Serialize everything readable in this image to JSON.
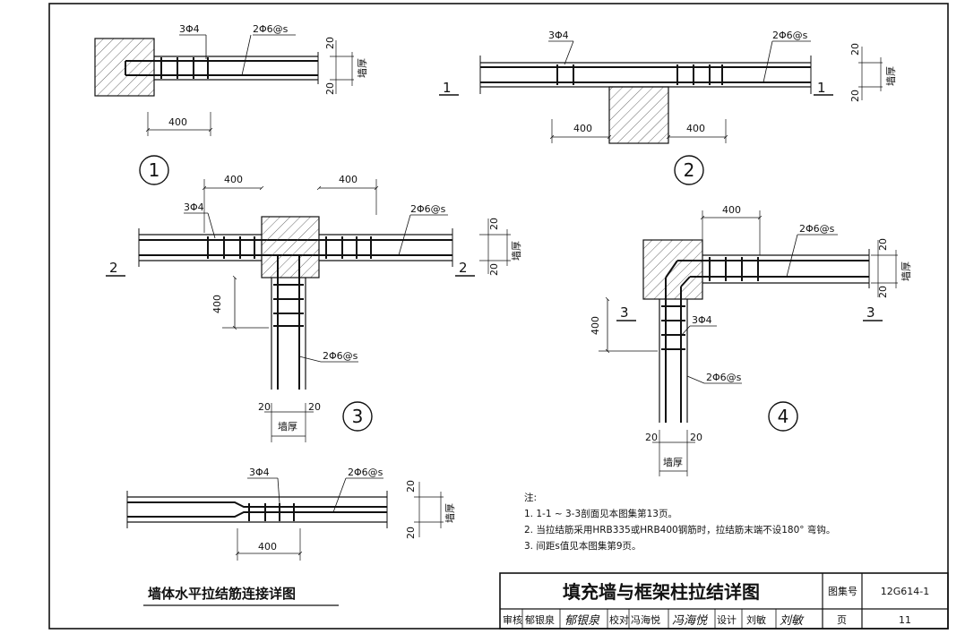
{
  "labels": {
    "bar_3phi4": "3Φ4",
    "bar_2phi6s": "2Φ6@s",
    "dim_400": "400",
    "dim_20": "20",
    "wall_thickness": "墙厚"
  },
  "detail_numbers": [
    "1",
    "2",
    "3",
    "4"
  ],
  "section_marks": {
    "s1": "1",
    "s2": "2",
    "s3": "3"
  },
  "notes": {
    "heading": "注:",
    "items": [
      "1.  1-1 ~ 3-3剖面见本图集第13页。",
      "2.  当拉结筋采用HRB335或HRB400钢筋时，拉结筋末端不设180° 弯钩。",
      "3.  间距s值见本图集第9页。"
    ]
  },
  "caption": "墙体水平拉结筋连接详图",
  "title_block": {
    "title": "填充墙与框架柱拉结详图",
    "atlas_label": "图集号",
    "atlas_number": "12G614-1",
    "page_label": "页",
    "page_number": "11",
    "review_label": "审核",
    "reviewer": "郁银泉",
    "check_label": "校对",
    "checker": "冯海悦",
    "design_label": "设计",
    "designer": "刘敏",
    "sig_review": "郁银泉",
    "sig_check": "冯海悦",
    "sig_design": "刘敏"
  }
}
